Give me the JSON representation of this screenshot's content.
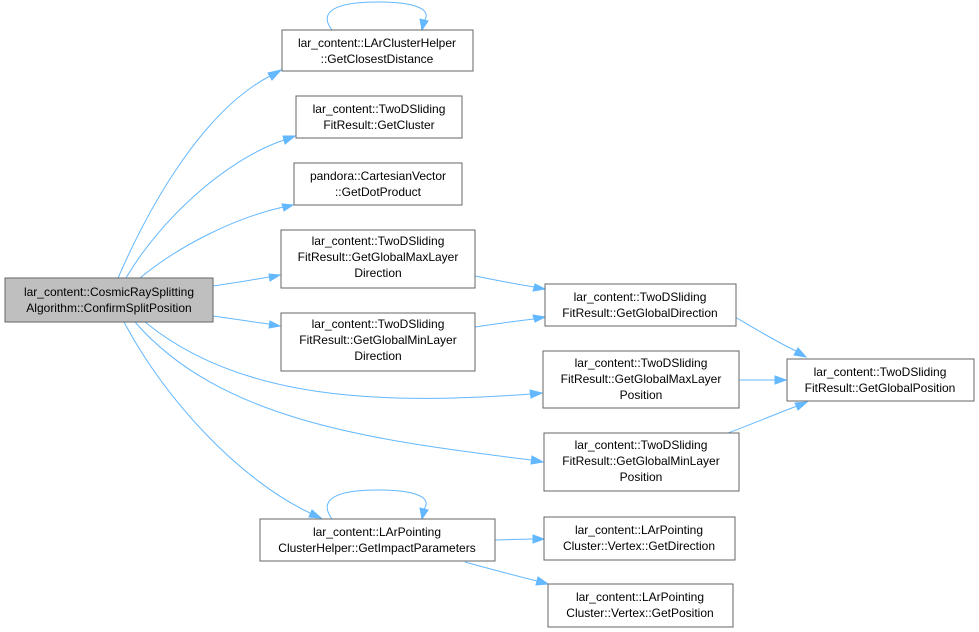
{
  "colors": {
    "edge": "#63b8ff",
    "root_fill": "#bfbfbf",
    "node_fill": "#ffffff",
    "node_border": "#666666"
  },
  "nodes": {
    "root": {
      "lines": [
        "lar_content::CosmicRaySplitting",
        "Algorithm::ConfirmSplitPosition"
      ]
    },
    "get_closest_distance": {
      "lines": [
        "lar_content::LArClusterHelper",
        "::GetClosestDistance"
      ]
    },
    "get_cluster": {
      "lines": [
        "lar_content::TwoDSliding",
        "FitResult::GetCluster"
      ]
    },
    "get_dot_product": {
      "lines": [
        "pandora::CartesianVector",
        "::GetDotProduct"
      ]
    },
    "get_global_max_layer_direction": {
      "lines": [
        "lar_content::TwoDSliding",
        "FitResult::GetGlobalMaxLayer",
        "Direction"
      ]
    },
    "get_global_min_layer_direction": {
      "lines": [
        "lar_content::TwoDSliding",
        "FitResult::GetGlobalMinLayer",
        "Direction"
      ]
    },
    "get_global_direction": {
      "lines": [
        "lar_content::TwoDSliding",
        "FitResult::GetGlobalDirection"
      ]
    },
    "get_global_max_layer_position": {
      "lines": [
        "lar_content::TwoDSliding",
        "FitResult::GetGlobalMaxLayer",
        "Position"
      ]
    },
    "get_global_min_layer_position": {
      "lines": [
        "lar_content::TwoDSliding",
        "FitResult::GetGlobalMinLayer",
        "Position"
      ]
    },
    "get_global_position": {
      "lines": [
        "lar_content::TwoDSliding",
        "FitResult::GetGlobalPosition"
      ]
    },
    "get_impact_parameters": {
      "lines": [
        "lar_content::LArPointing",
        "ClusterHelper::GetImpactParameters"
      ]
    },
    "vertex_get_direction": {
      "lines": [
        "lar_content::LArPointing",
        "Cluster::Vertex::GetDirection"
      ]
    },
    "vertex_get_position": {
      "lines": [
        "lar_content::LArPointing",
        "Cluster::Vertex::GetPosition"
      ]
    }
  },
  "edges": [
    {
      "from": "root",
      "to": "get_closest_distance"
    },
    {
      "from": "root",
      "to": "get_cluster"
    },
    {
      "from": "root",
      "to": "get_dot_product"
    },
    {
      "from": "root",
      "to": "get_global_max_layer_direction"
    },
    {
      "from": "root",
      "to": "get_global_min_layer_direction"
    },
    {
      "from": "root",
      "to": "get_global_max_layer_position"
    },
    {
      "from": "root",
      "to": "get_global_min_layer_position"
    },
    {
      "from": "root",
      "to": "get_impact_parameters"
    },
    {
      "from": "get_closest_distance",
      "to": "get_closest_distance"
    },
    {
      "from": "get_global_max_layer_direction",
      "to": "get_global_direction"
    },
    {
      "from": "get_global_min_layer_direction",
      "to": "get_global_direction"
    },
    {
      "from": "get_global_direction",
      "to": "get_global_position"
    },
    {
      "from": "get_global_max_layer_position",
      "to": "get_global_position"
    },
    {
      "from": "get_global_min_layer_position",
      "to": "get_global_position"
    },
    {
      "from": "get_impact_parameters",
      "to": "get_impact_parameters"
    },
    {
      "from": "get_impact_parameters",
      "to": "vertex_get_direction"
    },
    {
      "from": "get_impact_parameters",
      "to": "vertex_get_position"
    }
  ]
}
